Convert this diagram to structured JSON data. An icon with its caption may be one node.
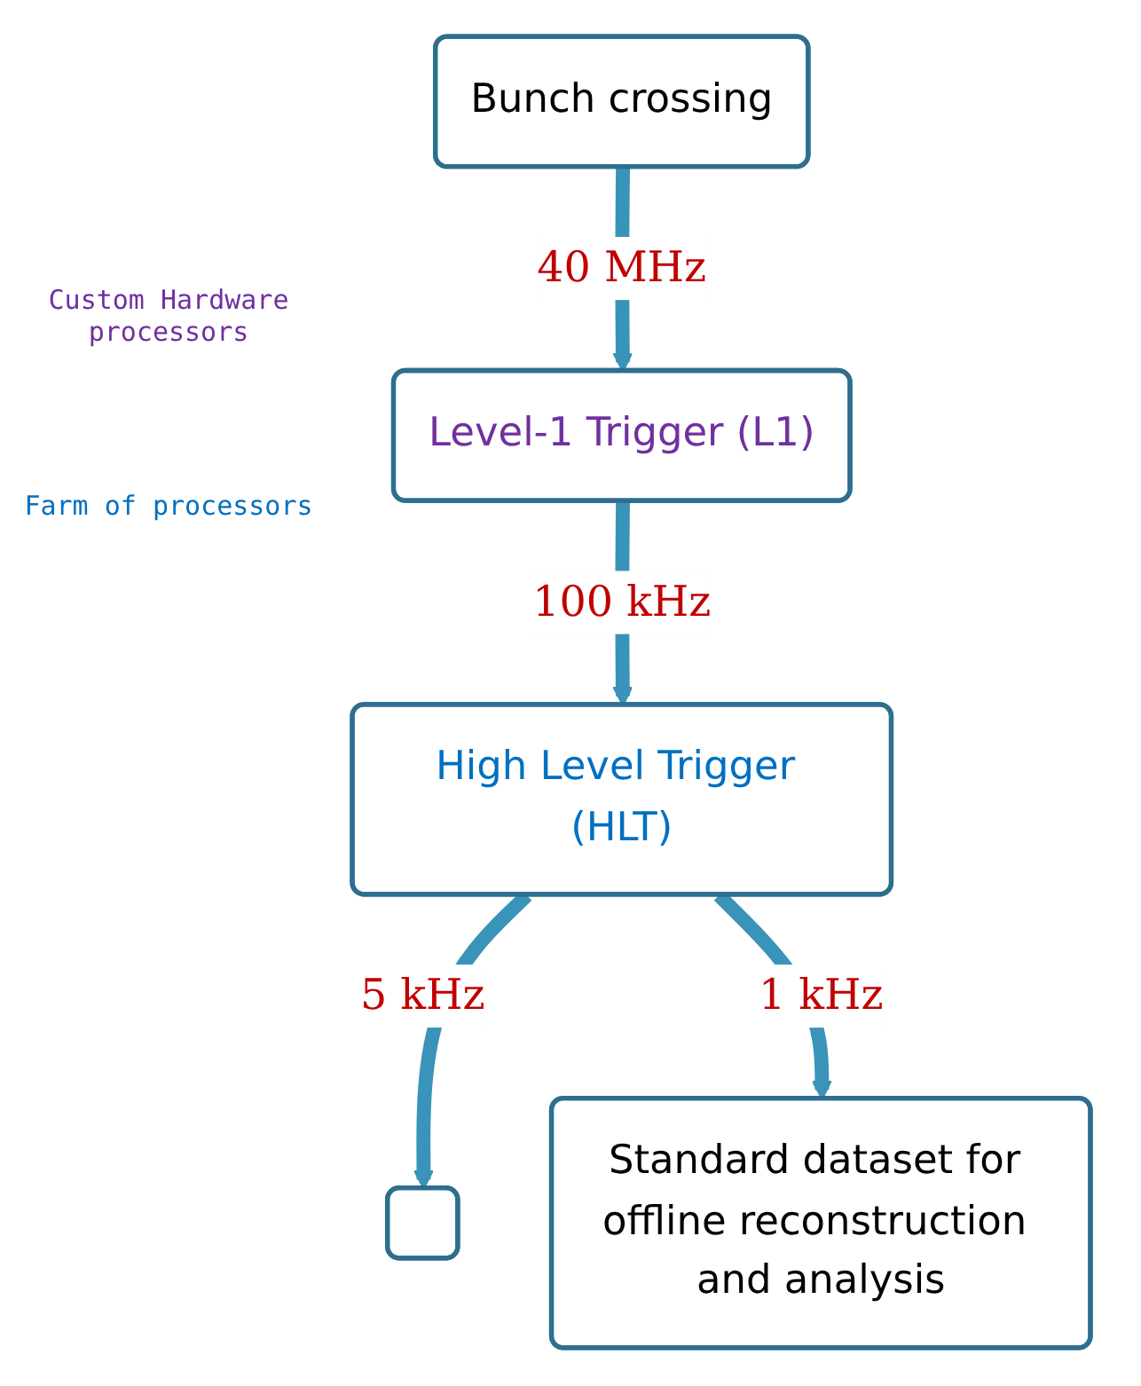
{
  "diagram": {
    "nodes": [
      {
        "text": [
          "Bunch crossing"
        ]
      },
      {
        "text": [
          "Level-1 Trigger (L1)"
        ]
      },
      {
        "text": [
          "High Level Trigger (HLT)"
        ]
      },
      {
        "text": [],
        "shape": "box"
      },
      {
        "text": [
          "Standard dataset for offline reconstruction and analysis"
        ]
      }
    ],
    "edges": [
      {
        "from": 0,
        "to": 1,
        "arrow": "to",
        "label": "40 MHz"
      },
      {
        "from": 1,
        "to": 2,
        "arrow": "to",
        "label": "100 kHz"
      },
      {
        "from": 2,
        "to": 3,
        "arrow": "to",
        "label": "5 kHz"
      },
      {
        "from": 2,
        "to": 4,
        "arrow": "to",
        "label": "1 kHz"
      }
    ],
    "labels": [
      "Custom Hardware processors",
      "Farm of processors"
    ]
  }
}
